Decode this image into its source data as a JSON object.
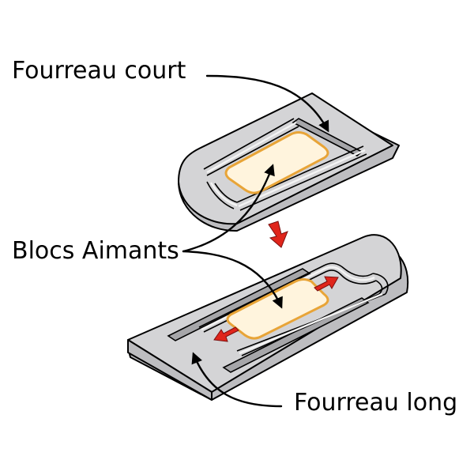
{
  "labels": {
    "short_sleeve": "Fourreau court",
    "magnet_blocks": "Blocs Aimants",
    "long_sleeve": "Fourreau long"
  },
  "colors": {
    "sleeve_fill": "#d4d4d6",
    "magnet_border": "#e8a437",
    "magnet_fill": "#fff4dd",
    "arrow_red": "#e0251b"
  }
}
